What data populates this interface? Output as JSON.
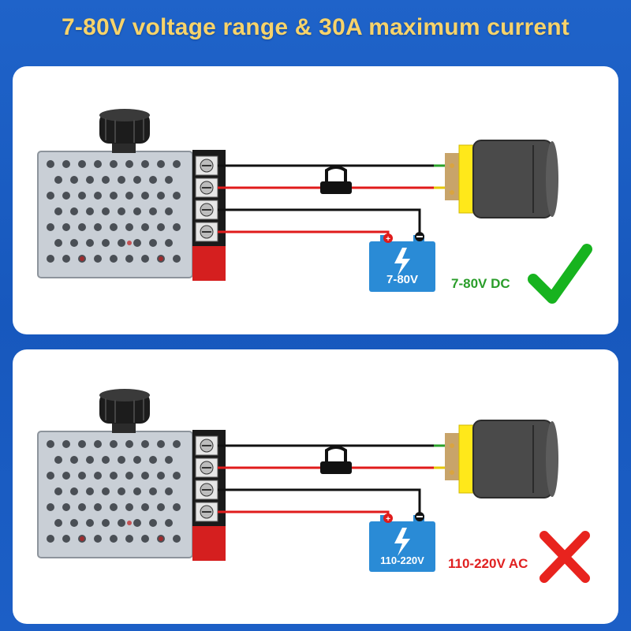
{
  "title": "7-80V voltage range & 30A maximum current",
  "panels": [
    {
      "battery_label": "7-80V",
      "verdict_text": "7-80V DC",
      "verdict_color": "#2a9d2a",
      "verdict_icon": "checkmark-icon",
      "icon_color": "#17b31f"
    },
    {
      "battery_label": "110-220V",
      "verdict_text": "110-220V AC",
      "verdict_color": "#e02020",
      "verdict_icon": "cross-icon",
      "icon_color": "#e8231e"
    }
  ],
  "colors": {
    "wire_red": "#e01b1b",
    "wire_black": "#111111",
    "battery": "#2a8bd6",
    "motor_yellow": "#ffe81a",
    "background": "#1f63c9",
    "title": "#f7d36a"
  }
}
